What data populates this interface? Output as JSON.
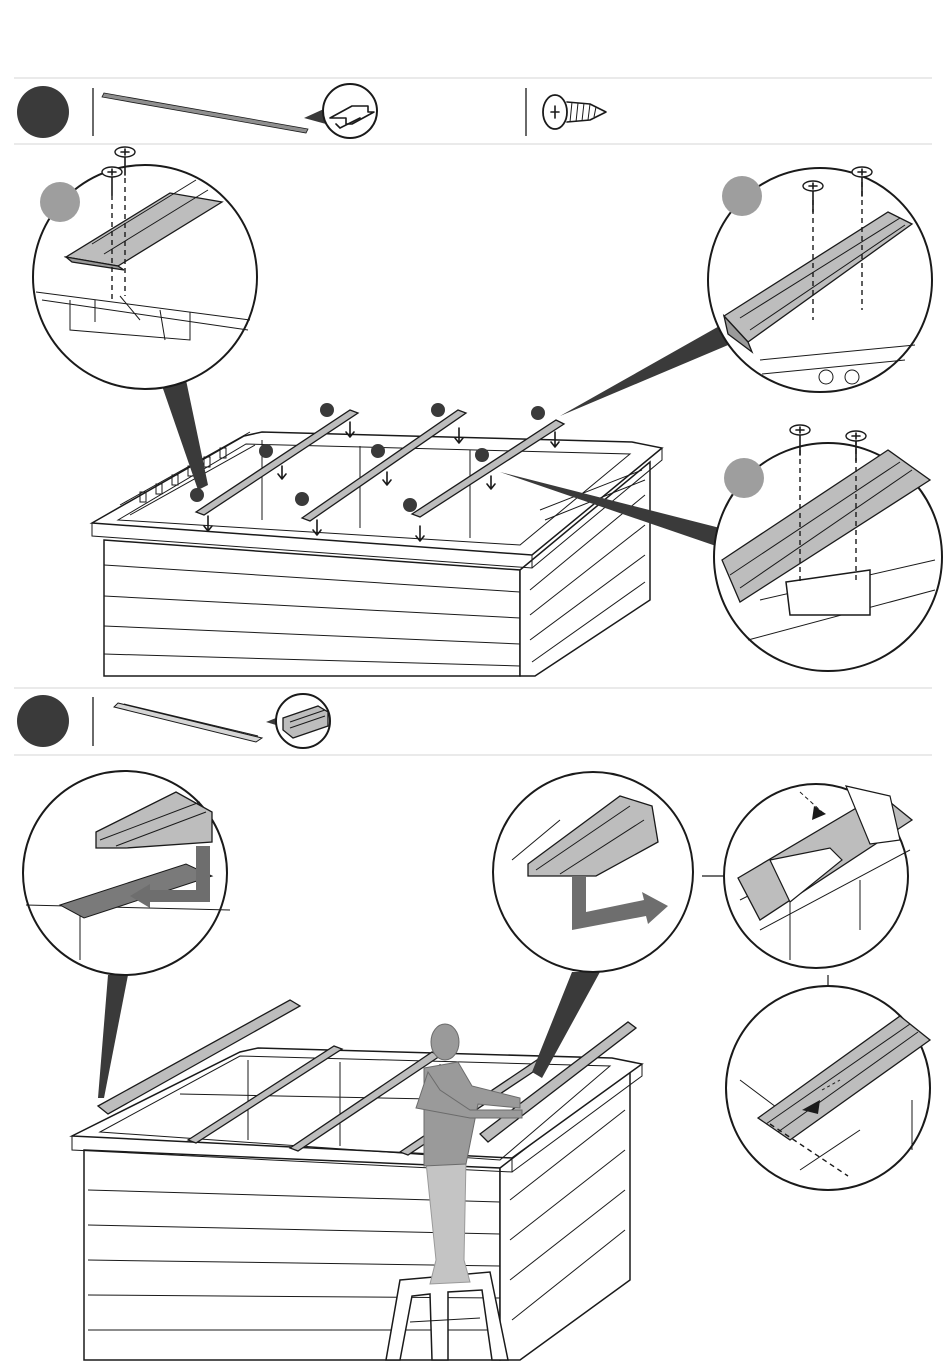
{
  "page": {
    "steps": [
      {
        "marker_color": "#3a3a3a",
        "parts": [
          {
            "icon": "roof-rail-icon"
          },
          {
            "icon": "screw-icon"
          }
        ],
        "details": [
          {
            "icon": "top-left-detail"
          },
          {
            "icon": "top-right-detail"
          },
          {
            "icon": "bottom-right-detail"
          }
        ]
      },
      {
        "marker_color": "#3a3a3a",
        "parts": [
          {
            "icon": "roof-cap-icon"
          }
        ],
        "details": [
          {
            "icon": "cap-slide-detail-left"
          },
          {
            "icon": "cap-profile-detail"
          },
          {
            "icon": "cap-push-detail"
          },
          {
            "icon": "cap-slide-detail-right"
          }
        ]
      }
    ],
    "colors": {
      "step_marker": "#3a3a3a",
      "detail_marker": "#9e9e9e",
      "part_fill": "#bdbdbd",
      "line": "#1a1a1a"
    }
  }
}
